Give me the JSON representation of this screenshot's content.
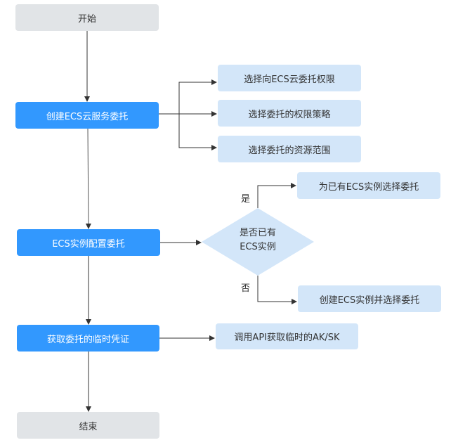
{
  "colors": {
    "terminal": "#e1e4e7",
    "process": "#3298fe",
    "subprocess": "#d3e6f9",
    "decision": "#d3e6f9",
    "edge": "#333333"
  },
  "nodes": {
    "start": "开始",
    "create_agency": "创建ECS云服务委托",
    "sub1": "选择向ECS云委托权限",
    "sub2": "选择委托的权限策略",
    "sub3": "选择委托的资源范围",
    "configure": "ECS实例配置委托",
    "decision_line1": "是否已有",
    "decision_line2": "ECS实例",
    "yes_target": "为已有ECS实例选择委托",
    "no_target": "创建ECS实例并选择委托",
    "get_credential": "获取委托的临时凭证",
    "api_call": "调用API获取临时的AK/SK",
    "end": "结束"
  },
  "labels": {
    "yes": "是",
    "no": "否"
  }
}
